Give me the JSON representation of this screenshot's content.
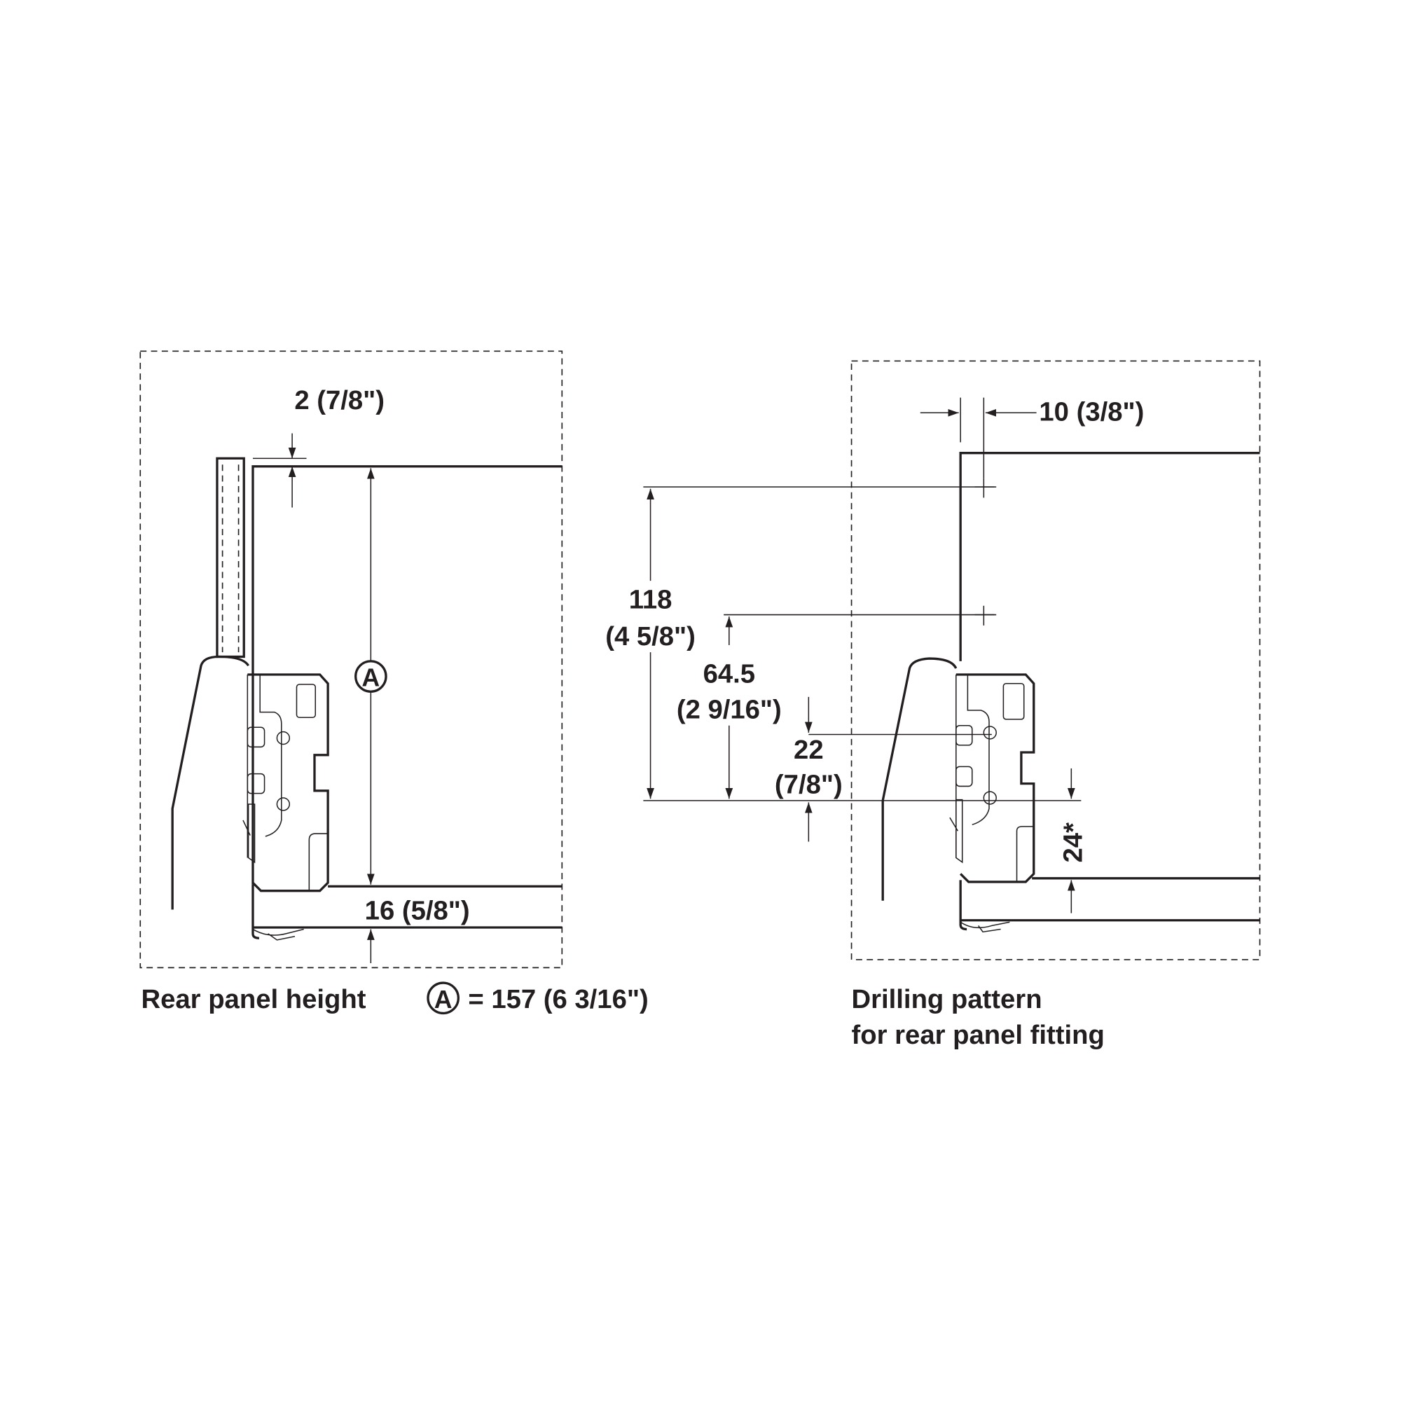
{
  "left_view": {
    "dim_top": "2 (7/8\")",
    "dim_bottom": "16 (5/8\")",
    "marker": "A",
    "caption_pre": "Rear panel height",
    "caption_marker": "A",
    "caption_post": "= 157 (6 3/16\")"
  },
  "right_view": {
    "dim_offset": "10 (3/8\")",
    "dim_118": "118",
    "dim_118_in": "(4 5/8\")",
    "dim_64": "64.5",
    "dim_64_in": "(2 9/16\")",
    "dim_22": "22",
    "dim_22_in": "(7/8\")",
    "dim_24": "24*",
    "caption_line1": "Drilling pattern",
    "caption_line2": "for rear panel fitting"
  },
  "colors": {
    "ink": "#231f20",
    "background": "#ffffff"
  }
}
